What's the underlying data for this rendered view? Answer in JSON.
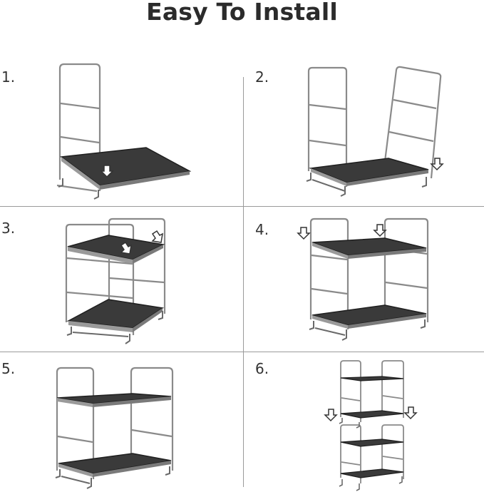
{
  "title": "Easy To Install",
  "steps": [
    {
      "number": "1.",
      "illustration": "rack-side-with-shelf"
    },
    {
      "number": "2.",
      "illustration": "rack-second-side"
    },
    {
      "number": "3.",
      "illustration": "rack-add-top-shelf"
    },
    {
      "number": "4.",
      "illustration": "rack-press-top-shelf"
    },
    {
      "number": "5.",
      "illustration": "rack-assembled"
    },
    {
      "number": "6.",
      "illustration": "rack-stacking"
    }
  ],
  "colors": {
    "frame": "#8a8a8a",
    "shelf": "#3a3a3a",
    "shelf_edge": "#1f1f1f",
    "divider": "#9a9a9a",
    "arrow": "#333333"
  }
}
